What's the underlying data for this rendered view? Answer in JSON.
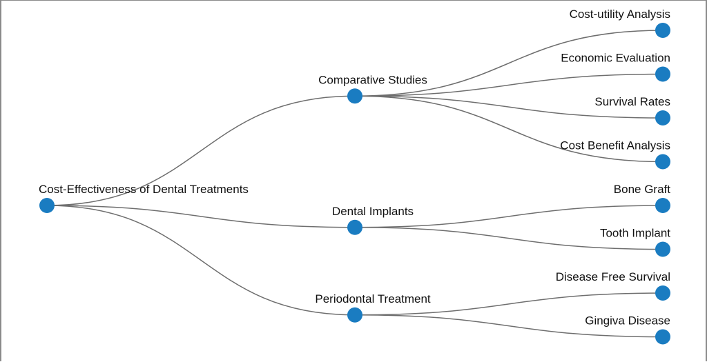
{
  "tree": {
    "root": {
      "label": "Cost-Effectiveness of Dental Treatments",
      "children": [
        {
          "label": "Comparative Studies",
          "children": [
            {
              "label": "Cost-utility Analysis"
            },
            {
              "label": "Economic Evaluation"
            },
            {
              "label": "Survival Rates"
            },
            {
              "label": "Cost Benefit Analysis"
            }
          ]
        },
        {
          "label": "Dental Implants",
          "children": [
            {
              "label": "Bone Graft"
            },
            {
              "label": "Tooth Implant"
            }
          ]
        },
        {
          "label": "Periodontal Treatment",
          "children": [
            {
              "label": "Disease Free Survival"
            },
            {
              "label": "Gingiva Disease"
            }
          ]
        }
      ]
    }
  },
  "colors": {
    "node": "#1a7cc1",
    "link": "#6e6e6e"
  }
}
